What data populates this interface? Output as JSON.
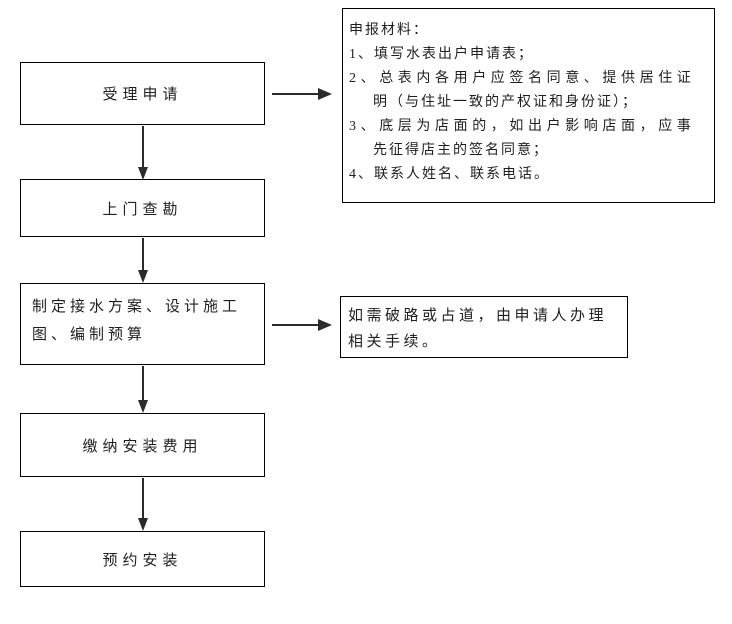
{
  "colors": {
    "background": "#ffffff",
    "box_border": "#000000",
    "text": "#1f1f1f",
    "arrow": "#2b2b2b"
  },
  "flowchart": {
    "steps": [
      {
        "label": "受理申请"
      },
      {
        "label": "上门查勘"
      },
      {
        "label": "制定接水方案、设计施工图、编制预算",
        "lines": [
          "制定接水方案、设计施工",
          "图、编制预算"
        ]
      },
      {
        "label": "缴纳安装费用"
      },
      {
        "label": "预约安装"
      }
    ],
    "materials_note": {
      "title": "申报材料：",
      "items": [
        "1、填写水表出户申请表；",
        "2、总表内各用户应签名同意、提供居住证明（与住址一致的产权证和身份证）；",
        "3、底层为店面的，如出户影响店面，应事先征得店主的签名同意；",
        "4、联系人姓名、联系电话。"
      ],
      "lines": [
        "申报材料：",
        "1、填写水表出户申请表；",
        "2、总表内各用户应签名同意、提供居住证",
        "明（与住址一致的产权证和身份证）；",
        "3、底层为店面的，如出户影响店面，应事",
        "先征得店主的签名同意；",
        "4、联系人姓名、联系电话。"
      ]
    },
    "road_note": {
      "text": "如需破路或占道，由申请人办理相关手续。",
      "lines": [
        "如需破路或占道，由申请人办理",
        "相关手续。"
      ]
    }
  }
}
